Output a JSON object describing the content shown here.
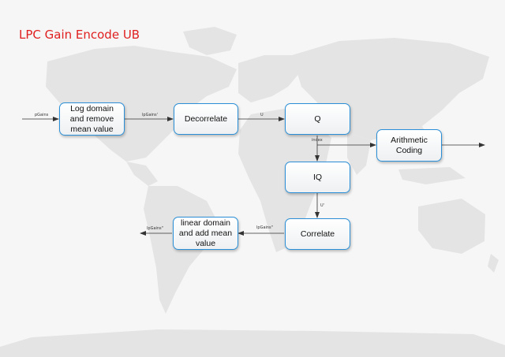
{
  "title": "LPC Gain Encode UB",
  "colors": {
    "accent": "#2a8fd6",
    "title": "#e02020",
    "arrow": "#333333"
  },
  "boxes": {
    "log_domain": "Log domain and remove mean value",
    "decorrelate": "Decorrelate",
    "q": "Q",
    "arithmetic": "Arithmetic Coding",
    "iq": "IQ",
    "correlate": "Correlate",
    "linear_domain": "linear domain and add mean value"
  },
  "labels": {
    "in": "pGains",
    "log_out": "lpGains'",
    "dec_out": "U",
    "q_out": "index",
    "iq_out": "U'",
    "corr_out": "lpGains\"",
    "out": "lpGains\""
  }
}
